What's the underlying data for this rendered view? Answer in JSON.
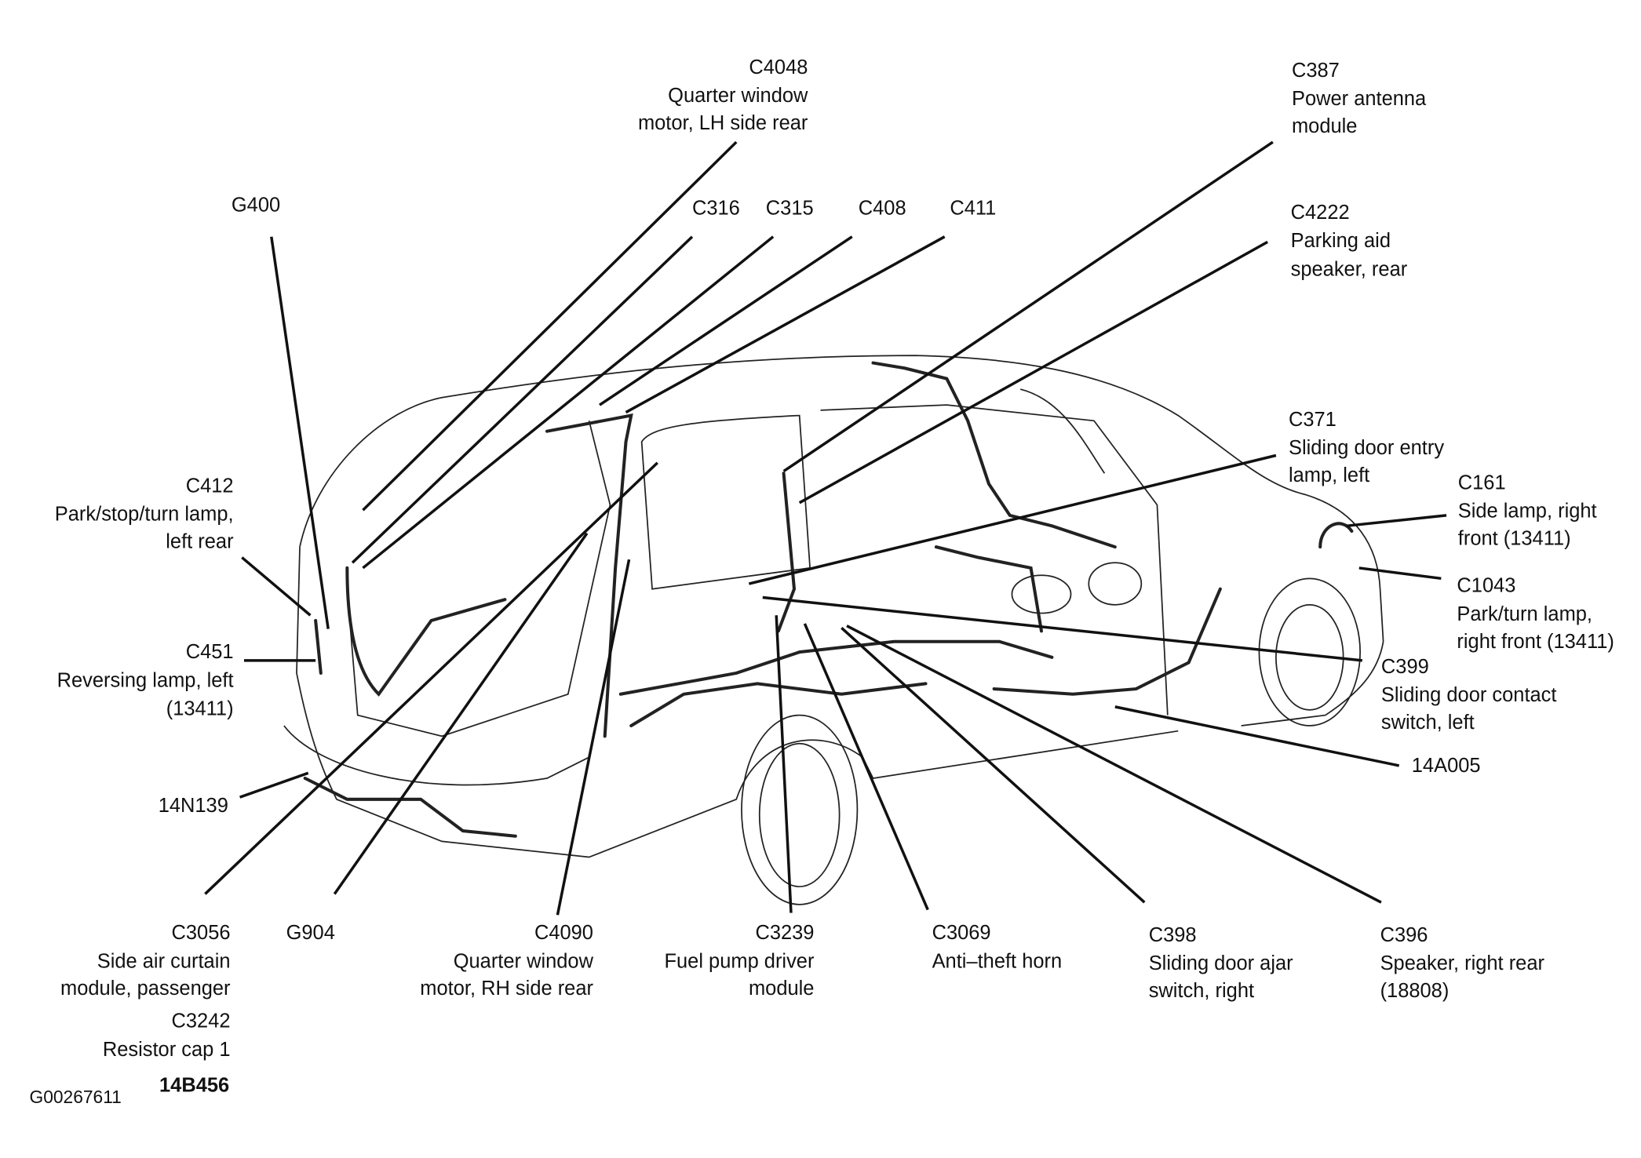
{
  "figure_id": "G00267611",
  "callouts": [
    {
      "id": "C4048",
      "lines": [
        "C4048",
        "Quarter window",
        "motor, LH side rear"
      ]
    },
    {
      "id": "C387",
      "lines": [
        "C387",
        "Power antenna",
        "module"
      ]
    },
    {
      "id": "G400",
      "lines": [
        "G400"
      ]
    },
    {
      "id": "C316",
      "lines": [
        "C316"
      ]
    },
    {
      "id": "C315",
      "lines": [
        "C315"
      ]
    },
    {
      "id": "C408",
      "lines": [
        "C408"
      ]
    },
    {
      "id": "C411",
      "lines": [
        "C411"
      ]
    },
    {
      "id": "C4222",
      "lines": [
        "C4222",
        "Parking aid",
        "speaker, rear"
      ]
    },
    {
      "id": "C371",
      "lines": [
        "C371",
        "Sliding door entry",
        "lamp, left"
      ]
    },
    {
      "id": "C161",
      "lines": [
        "C161",
        "Side lamp, right",
        "front (13411)"
      ]
    },
    {
      "id": "C1043",
      "lines": [
        "C1043",
        "Park/turn lamp,",
        "right front (13411)"
      ]
    },
    {
      "id": "C399",
      "lines": [
        "C399",
        "Sliding door contact",
        "switch, left"
      ]
    },
    {
      "id": "14A005",
      "lines": [
        "14A005"
      ]
    },
    {
      "id": "C412",
      "lines": [
        "C412",
        "Park/stop/turn lamp,",
        "left rear"
      ]
    },
    {
      "id": "C451",
      "lines": [
        "C451",
        "Reversing lamp, left",
        "(13411)"
      ]
    },
    {
      "id": "14N139",
      "lines": [
        "14N139"
      ]
    },
    {
      "id": "C3056",
      "lines": [
        "C3056",
        "Side air curtain",
        "module, passenger"
      ]
    },
    {
      "id": "C3242",
      "lines": [
        "C3242",
        "Resistor cap 1"
      ]
    },
    {
      "id": "14B456",
      "lines": [
        "14B456"
      ]
    },
    {
      "id": "G904",
      "lines": [
        "G904"
      ]
    },
    {
      "id": "C4090",
      "lines": [
        "C4090",
        "Quarter window",
        "motor, RH side rear"
      ]
    },
    {
      "id": "C3239",
      "lines": [
        "C3239",
        "Fuel pump driver",
        "module"
      ]
    },
    {
      "id": "C3069",
      "lines": [
        "C3069",
        "Anti–theft horn"
      ]
    },
    {
      "id": "C398",
      "lines": [
        "C398",
        "Sliding door ajar",
        "switch, right"
      ]
    },
    {
      "id": "C396",
      "lines": [
        "C396",
        "Speaker, right rear",
        "(18808)"
      ]
    }
  ]
}
